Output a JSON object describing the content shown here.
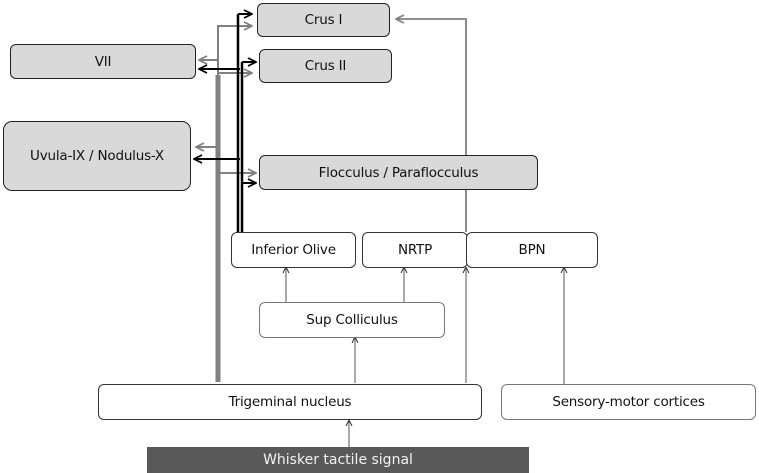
{
  "diagram": {
    "nodes": {
      "crus1": "Crus I",
      "crus2": "Crus II",
      "vii": "VII",
      "uvula": "Uvula-IX / Nodulus-X",
      "flocculus": "Flocculus / Paraflocculus",
      "inferior_olive": "Inferior Olive",
      "nrtp": "NRTP",
      "bpn": "BPN",
      "sup_colliculus": "Sup Colliculus",
      "trigeminal": "Trigeminal nucleus",
      "cortices": "Sensory-motor cortices",
      "input": "Whisker tactile signal"
    },
    "colors": {
      "region_fill": "#d9d9d9",
      "climbing_fiber": "#000000",
      "mossy_fiber": "#808080",
      "input_banner": "#595959"
    },
    "edges": [
      {
        "from": "Whisker tactile signal",
        "to": "Trigeminal nucleus",
        "style": "thin"
      },
      {
        "from": "Trigeminal nucleus",
        "to": "Sup Colliculus",
        "style": "thin"
      },
      {
        "from": "Trigeminal nucleus",
        "to": "NRTP/BPN",
        "style": "thin"
      },
      {
        "from": "Trigeminal nucleus",
        "to": "VII, Crus I, Crus II, Uvula-IX / Nodulus-X, Flocculus / Paraflocculus",
        "style": "thick-grey"
      },
      {
        "from": "Sup Colliculus",
        "to": "Inferior Olive",
        "style": "thin"
      },
      {
        "from": "Sup Colliculus",
        "to": "NRTP",
        "style": "thin"
      },
      {
        "from": "Sensory-motor cortices",
        "to": "BPN",
        "style": "thin"
      },
      {
        "from": "NRTP/BPN",
        "to": "Crus I",
        "style": "grey"
      },
      {
        "from": "Inferior Olive",
        "to": "Crus I, Crus II, VII, Uvula-IX / Nodulus-X, Flocculus / Paraflocculus",
        "style": "black"
      }
    ]
  }
}
